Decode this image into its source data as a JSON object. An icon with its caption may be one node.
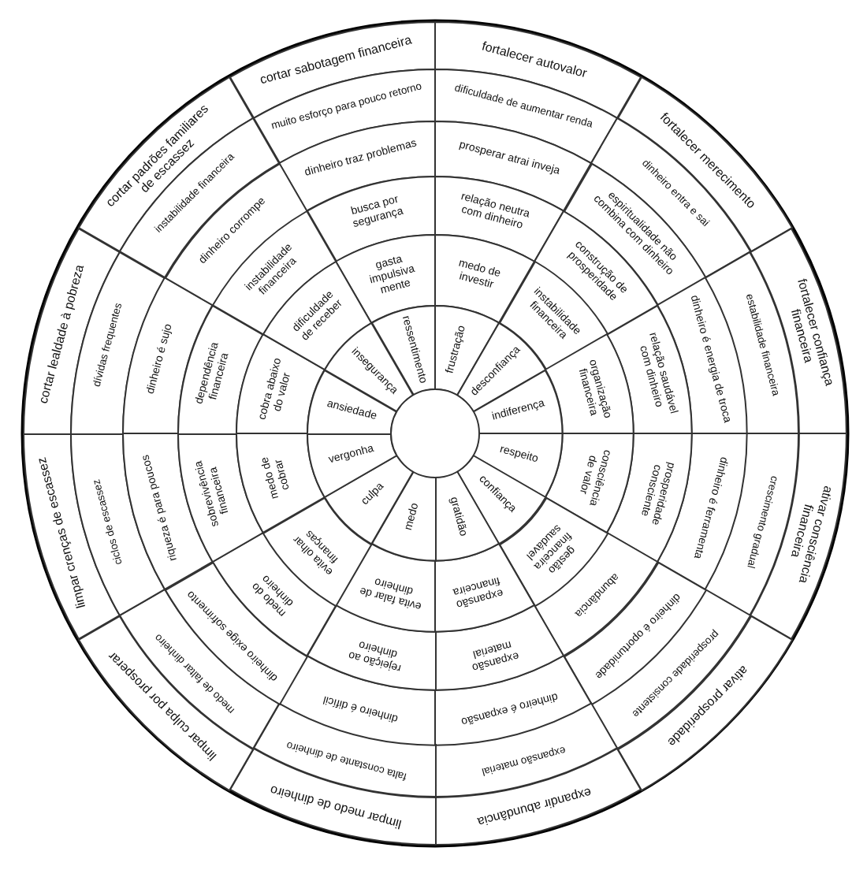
{
  "diagram": {
    "nodes": [
      {
        "text": [
          "cortar sabotagem financeira"
        ]
      },
      {
        "text": [
          "muito esforço para pouco retorno"
        ]
      },
      {
        "text": [
          "dinheiro traz problemas"
        ]
      },
      {
        "text": [
          "busca por segurança"
        ]
      },
      {
        "text": [
          "gasta impulsiva mente"
        ]
      },
      {
        "text": [
          "ressentimento"
        ]
      },
      {
        "text": [
          "fortalecer autovalor"
        ]
      },
      {
        "text": [
          "dificuldade de aumentar renda"
        ]
      },
      {
        "text": [
          "prosperar atrai inveja"
        ]
      },
      {
        "text": [
          "relação neutra com dinheiro"
        ]
      },
      {
        "text": [
          "medo de investir"
        ]
      },
      {
        "text": [
          "frustração"
        ]
      },
      {
        "text": [
          "fortalecer merecimento"
        ]
      },
      {
        "text": [
          "dinheiro entra e sai"
        ]
      },
      {
        "text": [
          "espiritualidade não combina com dinheiro"
        ]
      },
      {
        "text": [
          "construção de prosperidade"
        ]
      },
      {
        "text": [
          "instabilidade financeira"
        ]
      },
      {
        "text": [
          "desconfiança"
        ]
      },
      {
        "text": [
          "fortalecer confiança financeira"
        ]
      },
      {
        "text": [
          "estabilidade financeira"
        ]
      },
      {
        "text": [
          "dinheiro é energia de troca"
        ]
      },
      {
        "text": [
          "relação saudável com dinheiro"
        ]
      },
      {
        "text": [
          "organização financeira"
        ]
      },
      {
        "text": [
          "indiferença"
        ]
      },
      {
        "text": [
          "ativar consciência financeira"
        ]
      },
      {
        "text": [
          "crescimento gradual"
        ]
      },
      {
        "text": [
          "dinheiro é ferramenta"
        ]
      },
      {
        "text": [
          "prosperidade consciente"
        ]
      },
      {
        "text": [
          "consciência de valor"
        ]
      },
      {
        "text": [
          "respeito"
        ]
      },
      {
        "text": [
          "ativar prosperidade"
        ]
      },
      {
        "text": [
          "prosperidade consistente"
        ]
      },
      {
        "text": [
          "dinheiro é oportunidade"
        ]
      },
      {
        "text": [
          "abundância"
        ]
      },
      {
        "text": [
          "gestão financeira saudável"
        ]
      },
      {
        "text": [
          "confiança"
        ]
      },
      {
        "text": [
          "expandir abundância"
        ]
      },
      {
        "text": [
          "expansão material"
        ]
      },
      {
        "text": [
          "dinheiro é expansão"
        ]
      },
      {
        "text": [
          "expansão material"
        ]
      },
      {
        "text": [
          "expansão financeira"
        ]
      },
      {
        "text": [
          "gratidão"
        ]
      },
      {
        "text": [
          "limpar medo de dinheiro"
        ]
      },
      {
        "text": [
          "falta constante de dinheiro"
        ]
      },
      {
        "text": [
          "dinheiro é difícil"
        ]
      },
      {
        "text": [
          "rejeição ao dinheiro"
        ]
      },
      {
        "text": [
          "evita falar de dinheiro"
        ]
      },
      {
        "text": [
          "medo"
        ]
      },
      {
        "text": [
          "limpar culpa por prosperar"
        ]
      },
      {
        "text": [
          "medo de faltar dinheiro"
        ]
      },
      {
        "text": [
          "dinheiro exige sofrimento"
        ]
      },
      {
        "text": [
          "medo do dinheiro"
        ]
      },
      {
        "text": [
          "evita olhar finanças"
        ]
      },
      {
        "text": [
          "culpa"
        ]
      },
      {
        "text": [
          "limpar crenças de escassez"
        ]
      },
      {
        "text": [
          "ciclos de escassez"
        ]
      },
      {
        "text": [
          "riqueza é para poucos"
        ]
      },
      {
        "text": [
          "sobrevivência financeira"
        ]
      },
      {
        "text": [
          "medo de cobrar"
        ]
      },
      {
        "text": [
          "vergonha"
        ]
      },
      {
        "text": [
          "cortar lealdade à pobreza"
        ]
      },
      {
        "text": [
          "dívidas frequentes"
        ]
      },
      {
        "text": [
          "dinheiro é sujo"
        ]
      },
      {
        "text": [
          "dependência financeira"
        ]
      },
      {
        "text": [
          "cobra abaixo do valor"
        ]
      },
      {
        "text": [
          "ansiedade"
        ]
      },
      {
        "text": [
          "cortar padrões familiares de escassez"
        ]
      },
      {
        "text": [
          "instabilidade financeira"
        ]
      },
      {
        "text": [
          "dinheiro corrompe"
        ]
      },
      {
        "text": [
          "instabilidade financeira"
        ]
      },
      {
        "text": [
          "dificuldade de receber"
        ]
      },
      {
        "text": [
          "insegurança"
        ]
      },
      {
        "text": [],
        "shape": "circle"
      }
    ]
  }
}
